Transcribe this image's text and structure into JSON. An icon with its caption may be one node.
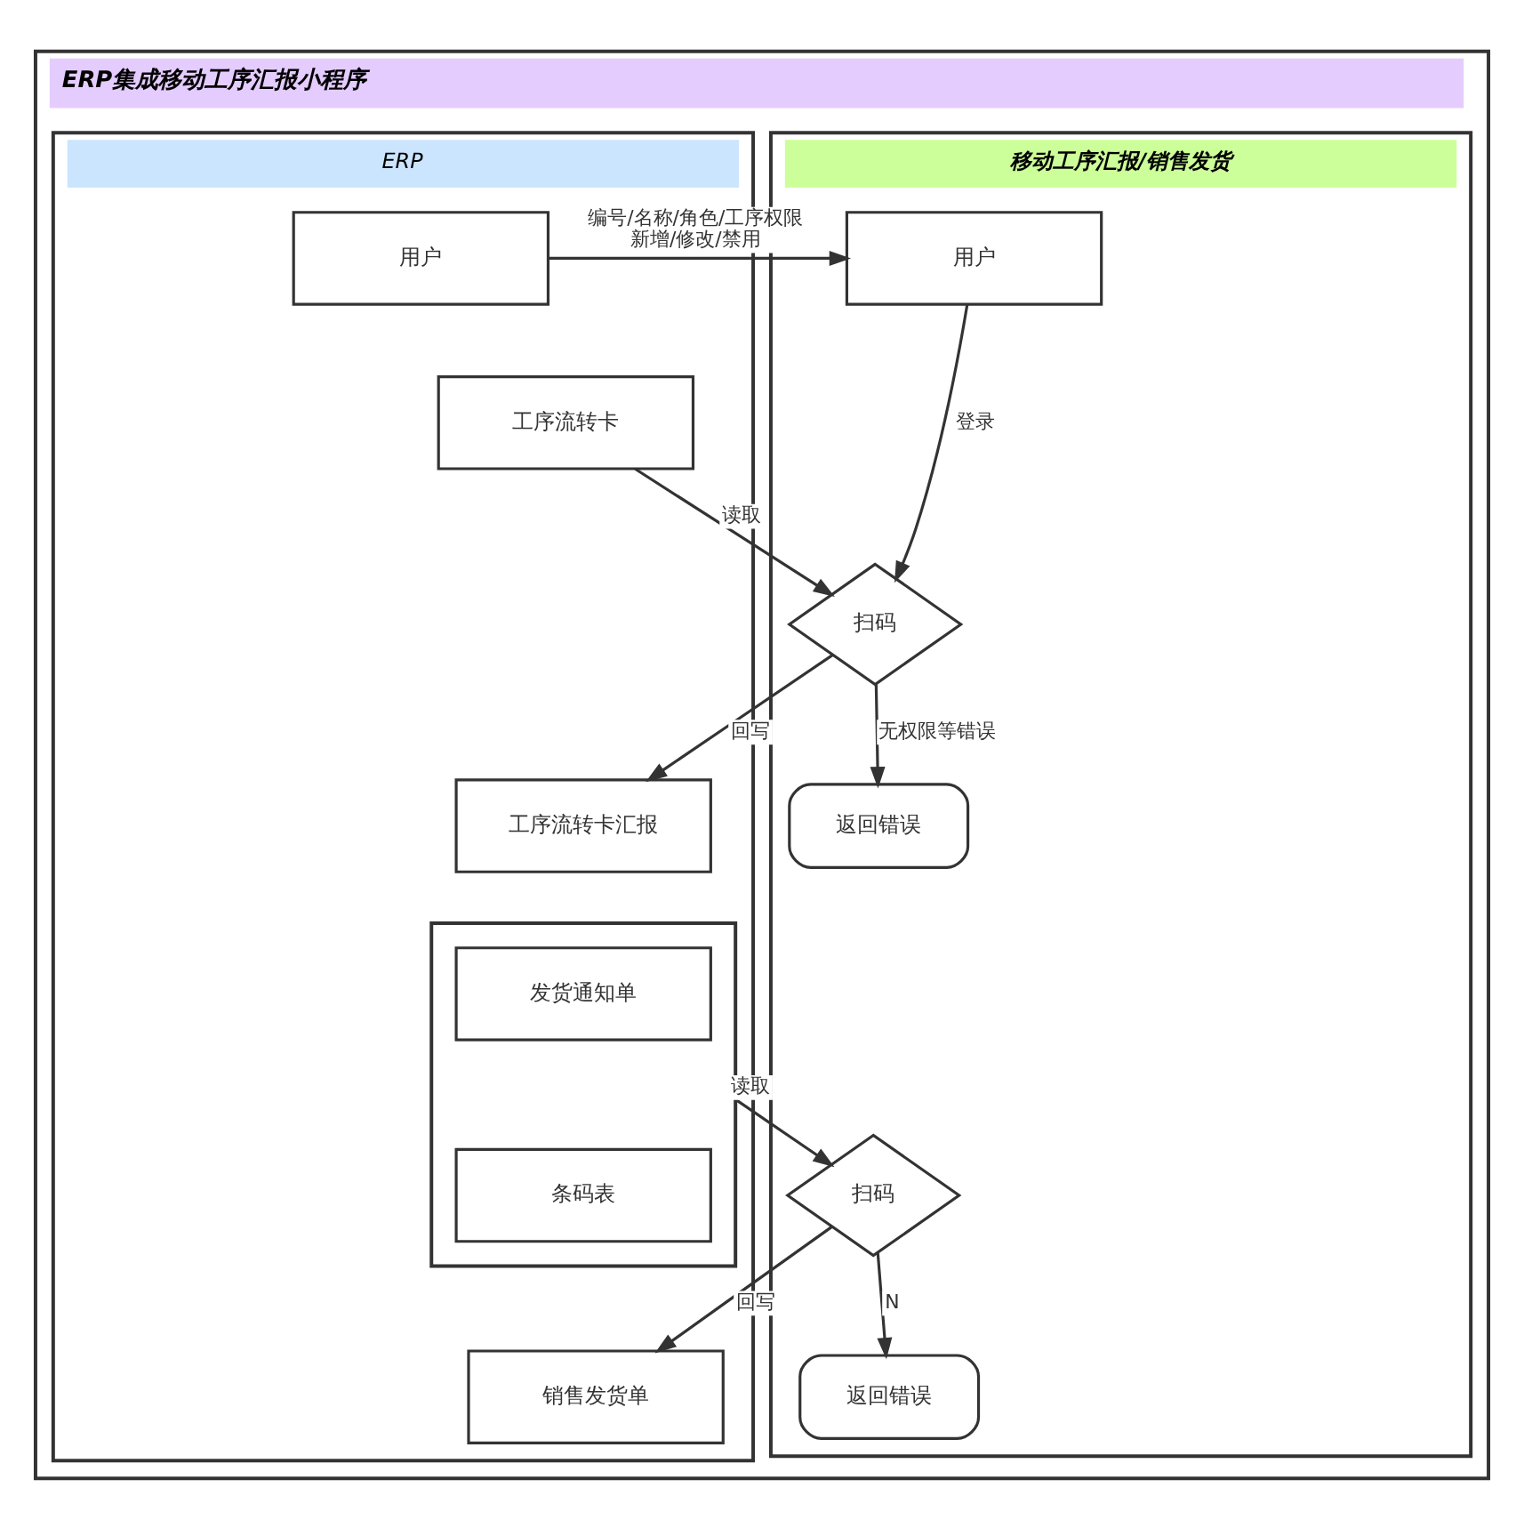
{
  "diagram": {
    "nodes": [
      {
        "text": [
          "ERP集成移动工序汇报小程序"
        ]
      },
      {
        "text": [
          "ERP"
        ],
        "in": 0
      },
      {
        "text": [
          "移动工序汇报/销售发货"
        ],
        "in": 0
      },
      {
        "text": [
          "用户"
        ],
        "in": 1
      },
      {
        "text": [
          "用户"
        ],
        "in": 2
      },
      {
        "text": [
          "工序流转卡"
        ],
        "in": 1
      },
      {
        "text": [
          "扫码"
        ],
        "in": 2
      },
      {
        "text": [
          "工序流转卡汇报"
        ],
        "in": 1
      },
      {
        "text": [
          "返回错误"
        ],
        "in": 2
      },
      {
        "text": [],
        "shape": "box",
        "in": 1
      },
      {
        "text": [
          "发货通知单"
        ],
        "in": 9
      },
      {
        "text": [
          "条码表"
        ],
        "in": 9
      },
      {
        "text": [
          "扫码"
        ],
        "in": 2
      },
      {
        "text": [
          "销售发货单"
        ],
        "in": 1
      },
      {
        "text": [
          "返回错误"
        ],
        "in": 2
      }
    ],
    "edges": [
      {
        "from": 3,
        "to": 4,
        "arrow": "to",
        "label": "编号/名称/角色/工序权限新增/修改/禁用"
      },
      {
        "from": 4,
        "to": 6,
        "arrow": "to",
        "label": "登录"
      },
      {
        "from": 5,
        "to": 6,
        "arrow": "to",
        "label": "读取"
      },
      {
        "from": 6,
        "to": 7,
        "arrow": "to",
        "label": "回写"
      },
      {
        "from": 6,
        "to": 8,
        "arrow": "to",
        "label": "无权限等错误"
      },
      {
        "from": 9,
        "to": 12,
        "arrow": "to",
        "label": "读取"
      },
      {
        "from": 12,
        "to": 13,
        "arrow": "to",
        "label": "回写"
      },
      {
        "from": 12,
        "to": 14,
        "arrow": "to",
        "label": "N"
      }
    ]
  }
}
